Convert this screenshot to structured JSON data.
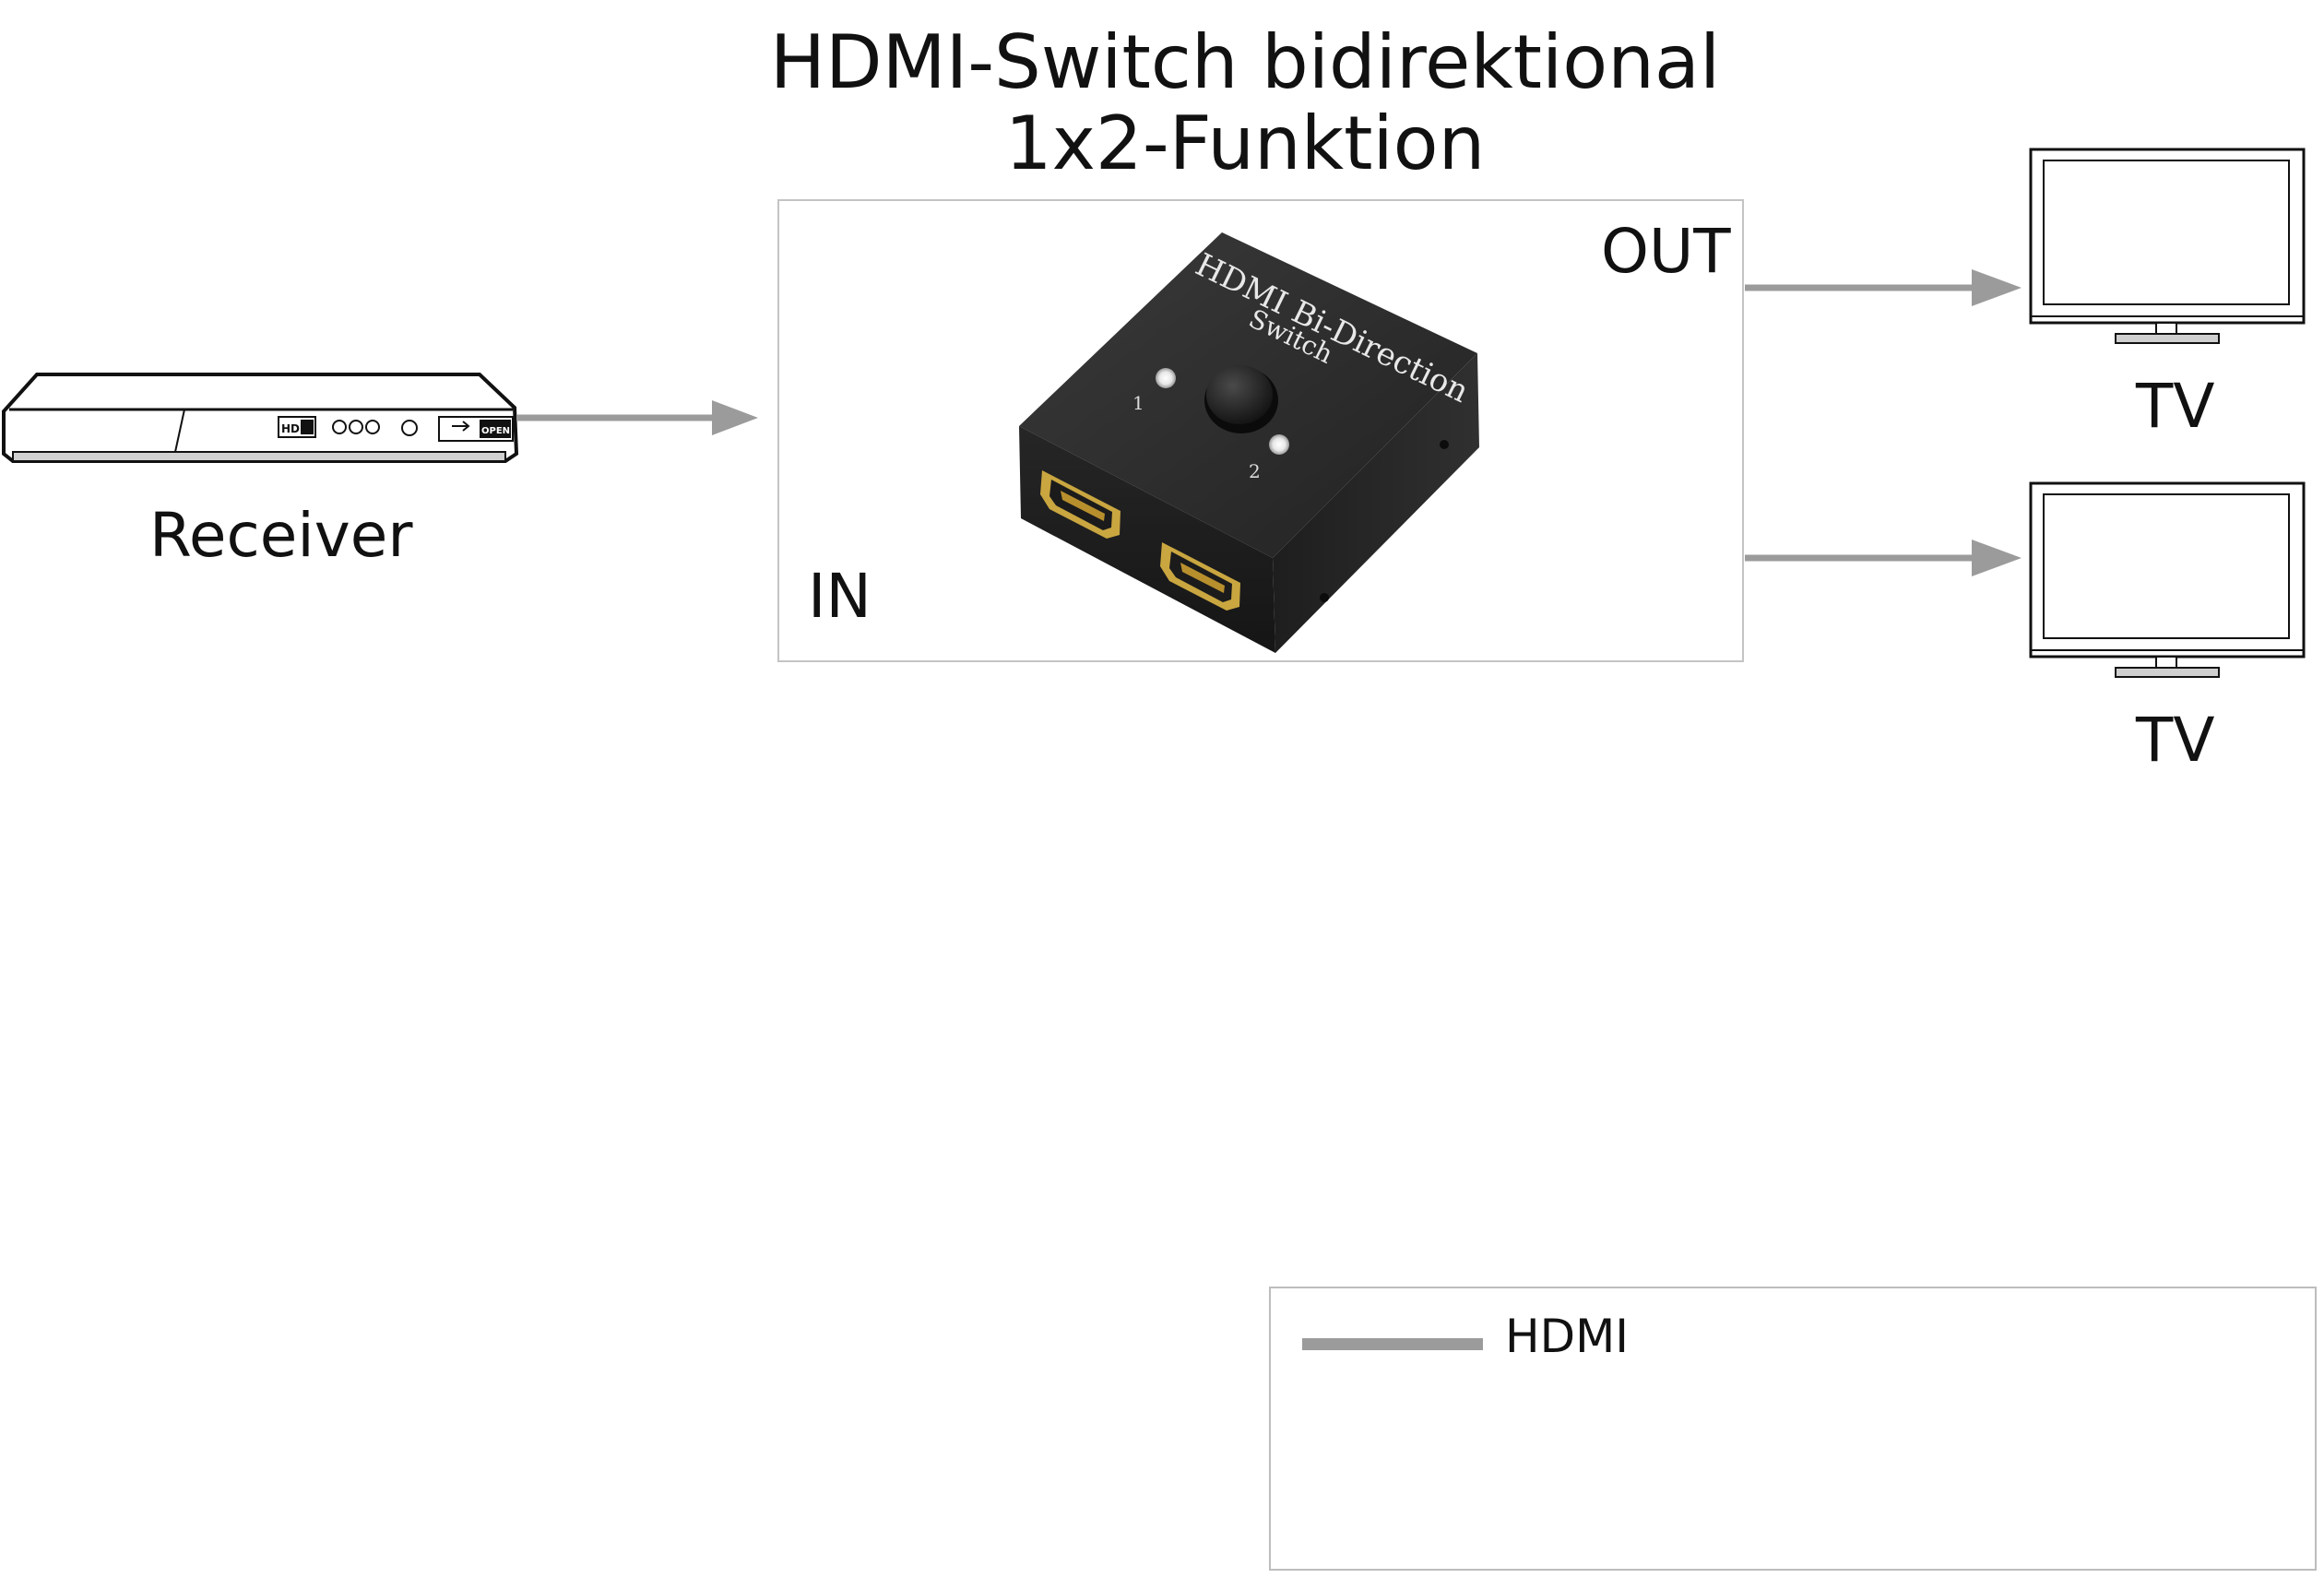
{
  "title": {
    "line1": "HDMI-Switch bidirektional",
    "line2": "1x2-Funktion"
  },
  "switch_panel": {
    "out_label": "OUT",
    "in_label": "IN",
    "device_text_line1": "HDMI Bi-Direction",
    "device_text_line2": "Switch",
    "led_1_label": "1",
    "led_2_label": "2"
  },
  "receiver": {
    "label": "Receiver",
    "front_hd_label": "HD",
    "front_open_label": "OPEN"
  },
  "tvs": [
    {
      "label": "TV"
    },
    {
      "label": "TV"
    }
  ],
  "legend": {
    "items": [
      {
        "label": "HDMI",
        "color": "#9b9b9b"
      }
    ]
  },
  "colors": {
    "arrow": "#9b9b9b",
    "device_body": "#2b2b2b",
    "hdmi_port_gold": "#c9a640"
  },
  "icons": [
    "receiver-icon",
    "hdmi-switch-icon",
    "tv-icon",
    "arrow-icon"
  ]
}
